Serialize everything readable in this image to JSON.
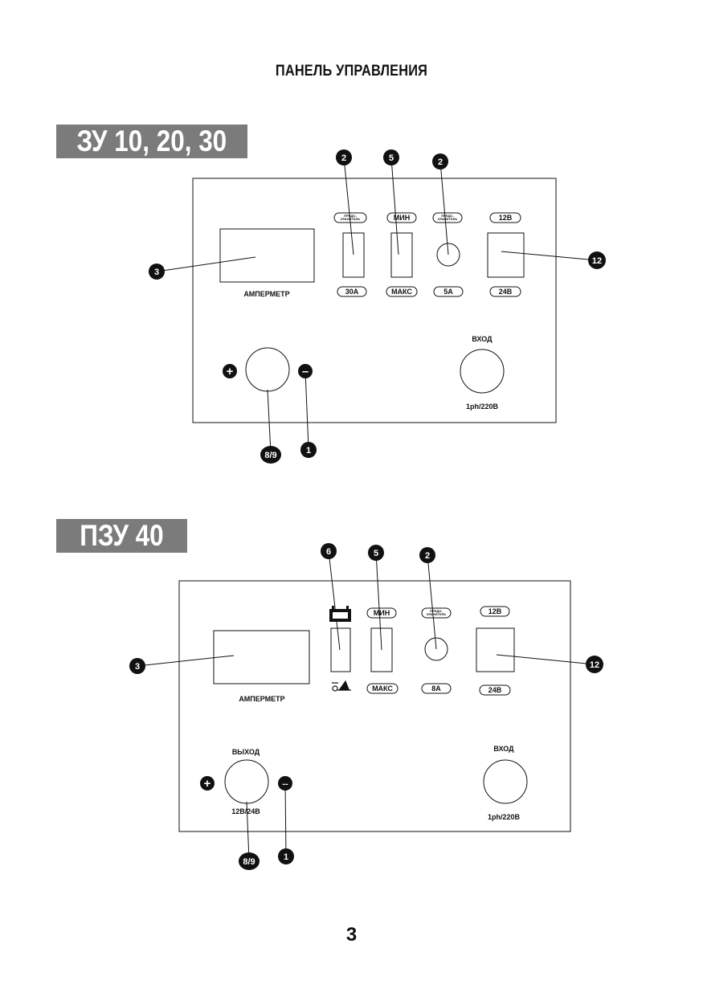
{
  "page_title": "ПАНЕЛЬ УПРАВЛЕНИЯ",
  "page_number": "3",
  "panel1": {
    "model": "ЗУ 10, 20, 30",
    "ammeter": "АМПЕРМЕТР",
    "fuse_top_left": "ПРЕДО-\nХРАНИТЕЛЬ",
    "fuse_bottom_left": "30A",
    "mode_top": "МИН",
    "mode_bottom": "МАКС",
    "fuse_top_right": "ПРЕДО-\nХРАНИТЕЛЬ",
    "fuse_bottom_right": "5A",
    "voltage_top": "12В",
    "voltage_bottom": "24В",
    "input_label": "ВХОД",
    "input_rating": "1ph/220В",
    "plus_symbol": "+",
    "minus_symbol": "–",
    "callouts": [
      "2",
      "5",
      "2",
      "3",
      "12",
      "8/9",
      "1"
    ]
  },
  "panel2": {
    "model": "ПЗУ 40",
    "ammeter": "АМПЕРМЕТР",
    "mode_top": "МИН",
    "mode_bottom": "МАКС",
    "fuse_top": "ПРЕДО-\nХРАНИТЕЛЬ",
    "fuse_bottom": "8A",
    "voltage_top": "12В",
    "voltage_bottom": "24В",
    "output_label": "ВЫХОД",
    "output_rating": "12В/24В",
    "input_label": "ВХОД",
    "input_rating": "1ph/220В",
    "plus_symbol": "+",
    "minus_symbol": "--",
    "battery_icon": "battery-icon",
    "start_icon": "engine-start-icon",
    "callouts": [
      "6",
      "5",
      "2",
      "3",
      "12",
      "8/9",
      "1"
    ]
  }
}
